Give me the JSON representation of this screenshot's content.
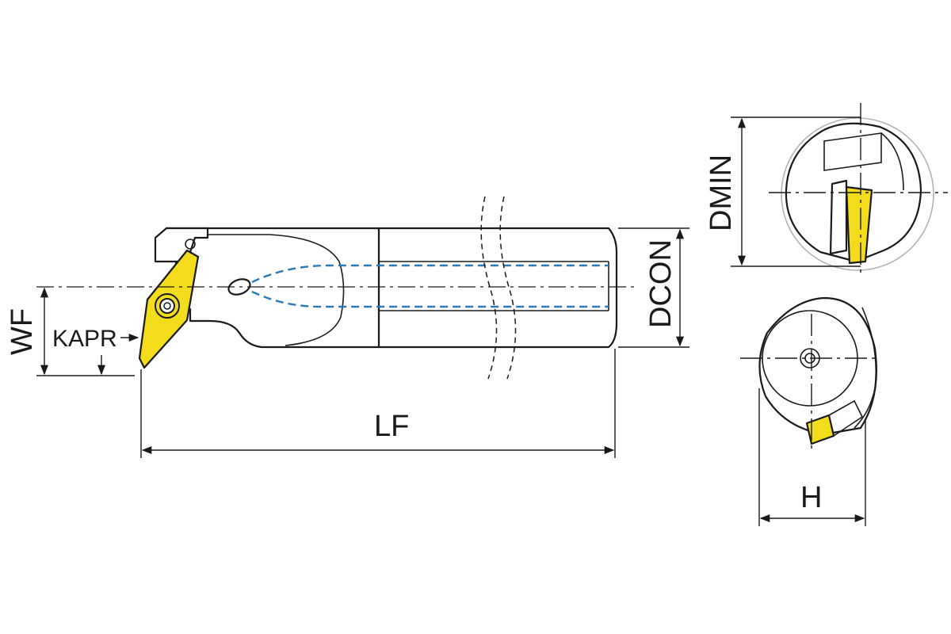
{
  "labels": {
    "wf": "WF",
    "kapr": "KAPR",
    "lf": "LF",
    "dcon": "DCON",
    "dmin": "DMIN",
    "h": "H"
  },
  "colors": {
    "insert": "#f2dc1c",
    "coolant": "#2a7ab8",
    "line": "#1a1a1a"
  }
}
